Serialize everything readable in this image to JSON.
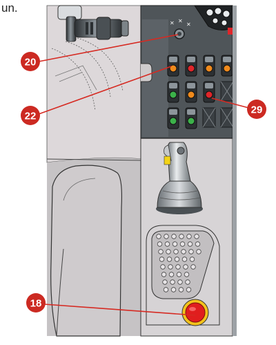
{
  "caption": "un.",
  "callouts": [
    {
      "id": "callout-20",
      "label": "20"
    },
    {
      "id": "callout-22",
      "label": "22"
    },
    {
      "id": "callout-29",
      "label": "29"
    },
    {
      "id": "callout-18",
      "label": "18"
    }
  ],
  "colors": {
    "callout": "#cc2a22",
    "leader": "#d62a22",
    "panel_dark": "#4f5559",
    "panel_light": "#e2dfe1",
    "switch_orange": "#f08a1c",
    "switch_red": "#e0262a",
    "switch_green": "#3cb24a",
    "emergency_red": "#e01e1e",
    "emergency_ring": "#f2c21b"
  },
  "icons": [
    "switch-icon",
    "joystick-icon",
    "emergency-stop-icon",
    "foot-pedal-icon",
    "steering-column-icon"
  ]
}
